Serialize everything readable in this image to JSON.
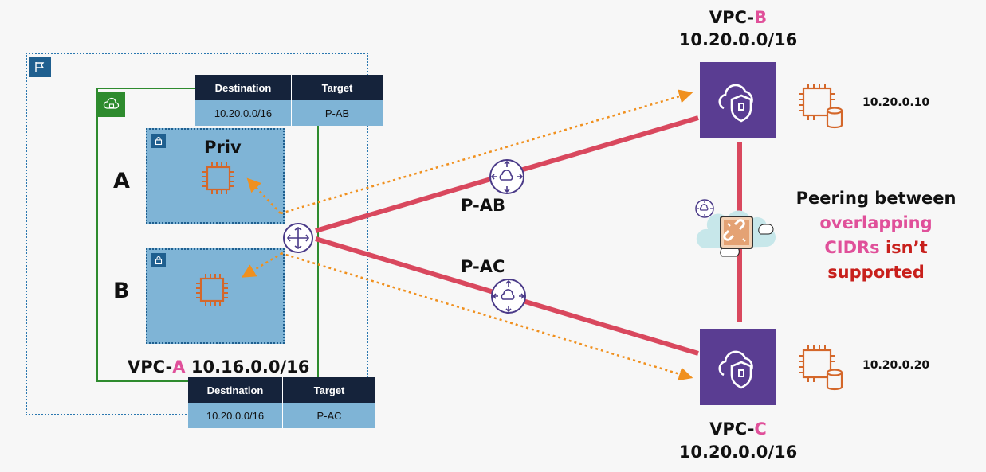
{
  "vpc_a": {
    "label_prefix": "VPC-",
    "label_letter": "A",
    "label_cidr": "10.16.0.0/16",
    "az_a_label": "A",
    "az_b_label": "B",
    "subnet_priv_label": "Priv",
    "route_table_top": {
      "headers": [
        "Destination",
        "Target"
      ],
      "row": [
        "10.20.0.0/16",
        "P-AB"
      ]
    },
    "route_table_bottom": {
      "headers": [
        "Destination",
        "Target"
      ],
      "row": [
        "10.20.0.0/16",
        "P-AC"
      ]
    }
  },
  "vpc_b": {
    "label_prefix": "VPC-",
    "label_letter": "B",
    "cidr": "10.20.0.0/16",
    "instance_ip": "10.20.0.10"
  },
  "vpc_c": {
    "label_prefix": "VPC-",
    "label_letter": "C",
    "cidr": "10.20.0.0/16",
    "instance_ip": "10.20.0.20"
  },
  "peering": {
    "ab_label": "P-AB",
    "ac_label": "P-AC"
  },
  "note": {
    "line1": "Peering between",
    "line2": "overlapping",
    "line3_a": "CIDRs",
    "line3_b": " isn’t",
    "line4": "supported"
  },
  "colors": {
    "peering_line": "#d9485e",
    "route_arrow": "#f0901e",
    "vpc_icon_bg": "#5a3d92",
    "ec2_orange": "#d4672a",
    "highlight_pink": "#e0509a",
    "warning_red": "#c8201c"
  },
  "icons": [
    "region-flag-icon",
    "vpc-cloud-lock-icon",
    "subnet-lock-icon",
    "ec2-chip-icon",
    "router-icon",
    "peering-router-icon",
    "vpc-shield-icon",
    "ec2-db-icon",
    "broken-link-icon"
  ]
}
